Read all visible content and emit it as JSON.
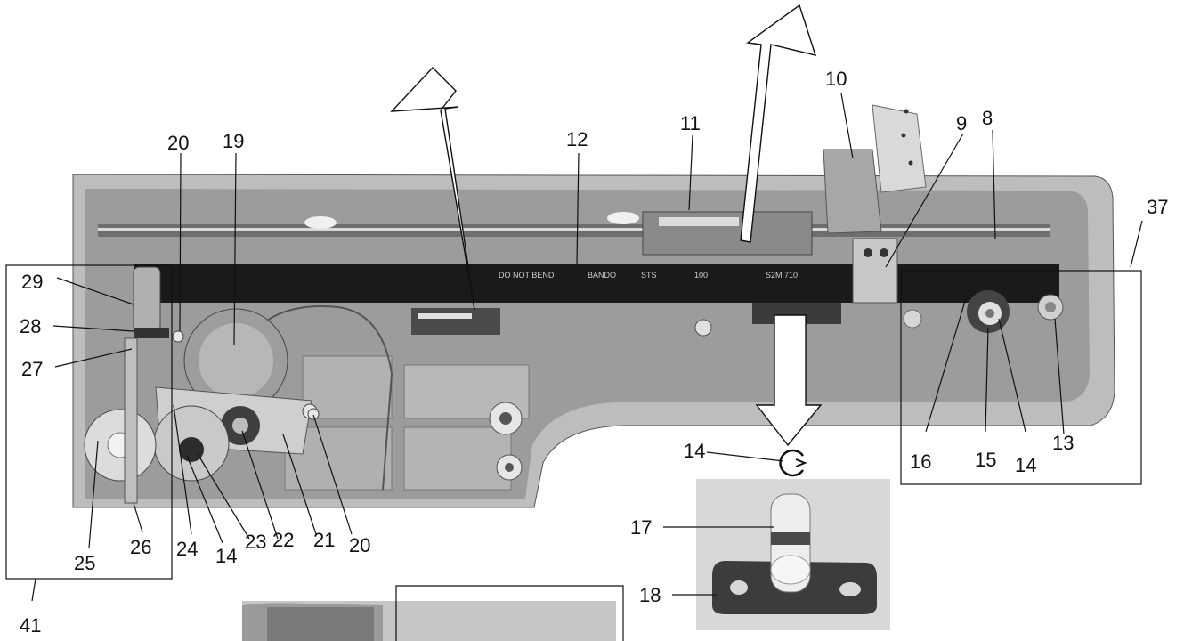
{
  "colors": {
    "background": "#ffffff",
    "line": "#111111",
    "photo_dark": "#3a3a3a",
    "photo_mid": "#8a8a8a",
    "photo_light": "#cfcfcf",
    "belt": "#1a1a1a"
  },
  "labels": {
    "n8": "8",
    "n9": "9",
    "n10": "10",
    "n11": "11",
    "n12": "12",
    "n13": "13",
    "n14a": "14",
    "n14b": "14",
    "n14c": "14",
    "n15": "15",
    "n16": "16",
    "n17": "17",
    "n18": "18",
    "n19": "19",
    "n20a": "20",
    "n20b": "20",
    "n21": "21",
    "n22": "22",
    "n23": "23",
    "n24": "24",
    "n25": "25",
    "n26": "26",
    "n27": "27",
    "n28": "28",
    "n29": "29",
    "n37": "37",
    "n41": "41"
  },
  "belt_text": {
    "line1": "DO NOT BEND",
    "line2": "BANDO",
    "line3": "STS",
    "line4": "100",
    "line5": "S2M 710"
  }
}
